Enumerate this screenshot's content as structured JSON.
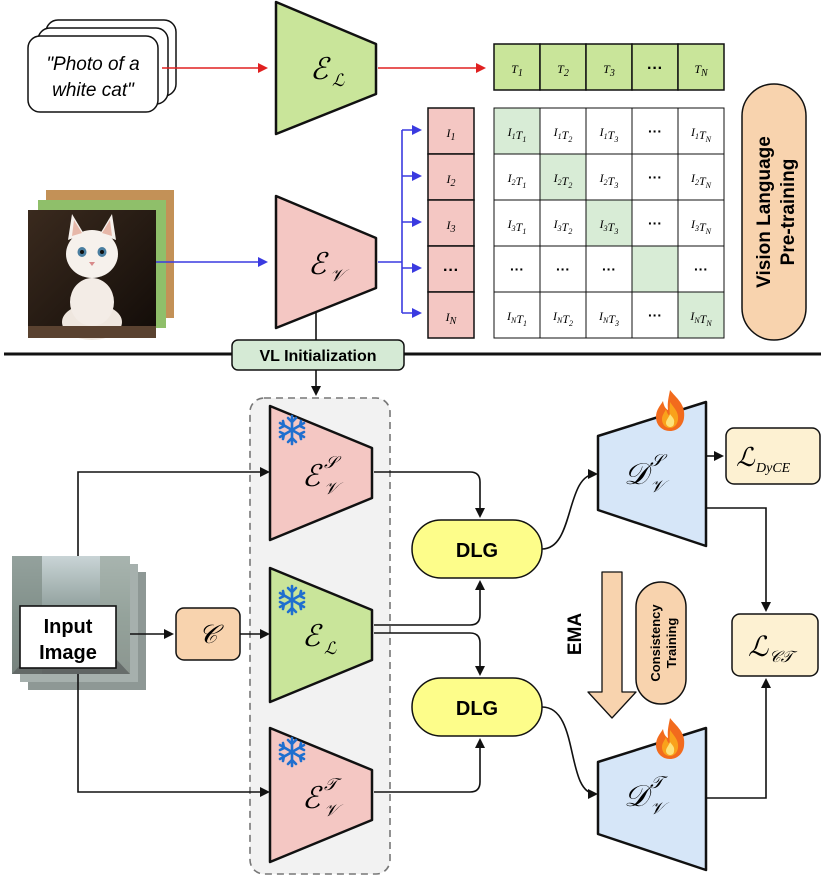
{
  "top": {
    "text_prompt_line1": "\"Photo of a",
    "text_prompt_line2": "white cat\"",
    "text_encoder_sym": "ℰ",
    "text_encoder_sub": "ℒ",
    "image_encoder_sym": "ℰ",
    "image_encoder_sub": "𝒱",
    "text_tokens": [
      "T1",
      "T2",
      "T3",
      "...",
      "TN"
    ],
    "image_tokens": [
      "I1",
      "I2",
      "I3",
      "...",
      "IN"
    ],
    "matrix": [
      [
        "I1T1",
        "I1T2",
        "I1T3",
        "...",
        "I1TN"
      ],
      [
        "I2T1",
        "I2T2",
        "I2T3",
        "...",
        "I2TN"
      ],
      [
        "I3T1",
        "I3T2",
        "I3T3",
        "...",
        "I3TN"
      ],
      [
        "...",
        "...",
        "...",
        "",
        "..."
      ],
      [
        "INT1",
        "INT2",
        "INT3",
        "...",
        "INTN"
      ]
    ],
    "pretraining_line1": "Vision Language",
    "pretraining_line2": "Pre-training"
  },
  "vl_init_label": "VL Initialization",
  "bottom": {
    "input_line1": "Input",
    "input_line2": "Image",
    "c_label": "𝒞",
    "enc_student_sym": "ℰ",
    "enc_student_sub": "𝒱",
    "enc_student_sup": "𝒮",
    "enc_text_sym": "ℰ",
    "enc_text_sub": "ℒ",
    "enc_teacher_sym": "ℰ",
    "enc_teacher_sub": "𝒱",
    "enc_teacher_sup": "𝒯",
    "dlg_top": "DLG",
    "dlg_bottom": "DLG",
    "dec_student_sym": "𝒟",
    "dec_student_sub": "𝒱",
    "dec_student_sup": "𝒮",
    "dec_teacher_sym": "𝒟",
    "dec_teacher_sub": "𝒱",
    "dec_teacher_sup": "𝒯",
    "loss_dyce_sym": "ℒ",
    "loss_dyce_sub": "DyCE",
    "loss_ct_sym": "ℒ",
    "loss_ct_sub": "𝒞𝒯",
    "ema_label": "EMA",
    "consistency_line1": "Consistency",
    "consistency_line2": "Training"
  },
  "colors": {
    "green": "#c9e59a",
    "pink": "#f4c7c3",
    "blue": "#d6e6f8",
    "peach": "#f8d3ae",
    "yellow": "#fdfd8a",
    "cream": "#fdf1d2",
    "init_green": "#d5ead5",
    "cell_green": "#d8ecd6",
    "red_arrow": "#e02020",
    "blue_arrow": "#3a3ae0"
  },
  "icons": [
    "snowflake-icon",
    "flame-icon",
    "cat-photo",
    "street-photo"
  ]
}
